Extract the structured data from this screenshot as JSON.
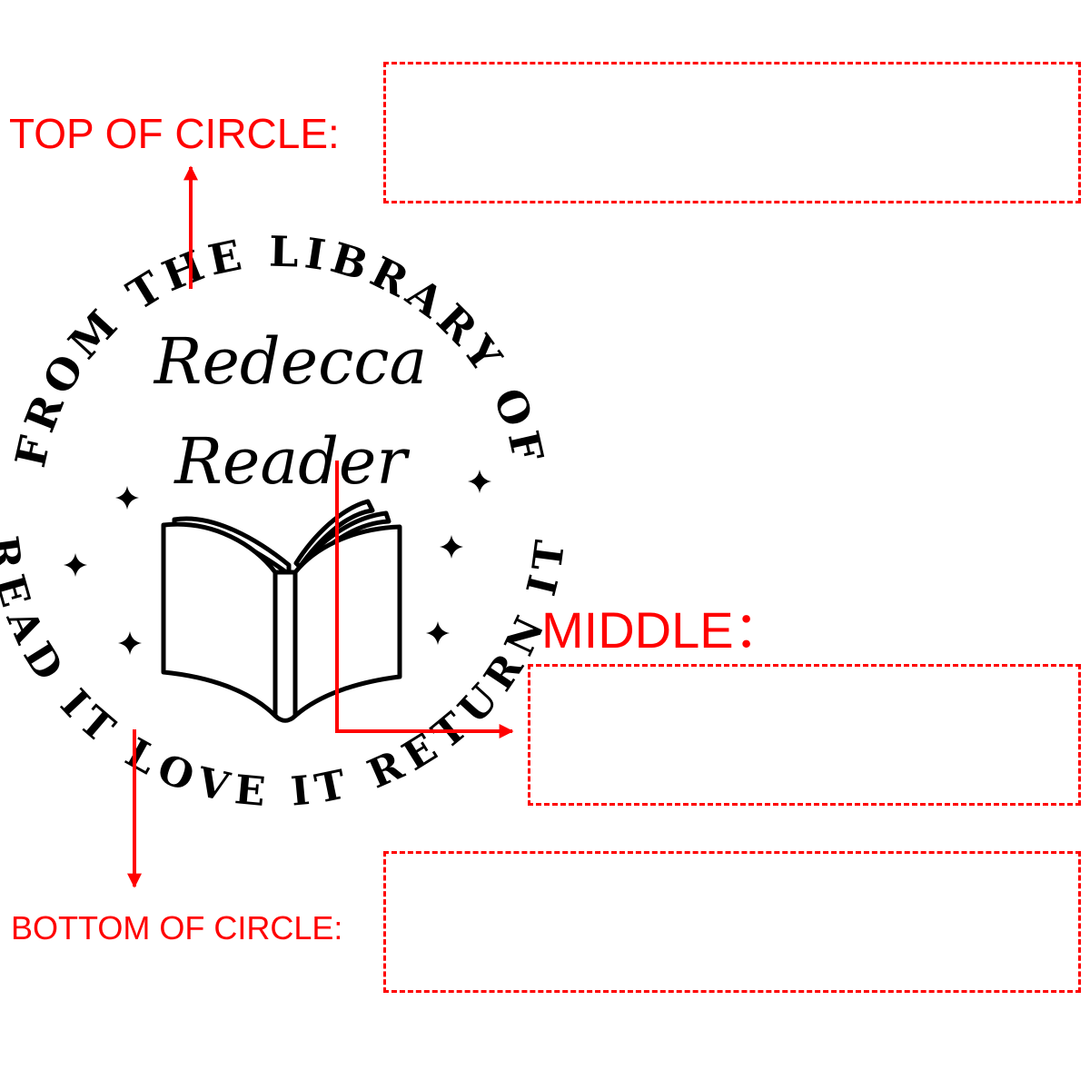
{
  "colors": {
    "annotation": "#ff0000",
    "stamp": "#000000",
    "background": "#ffffff"
  },
  "labels": {
    "top": "TOP OF CIRCLE:",
    "middle": "MIDDLE：",
    "bottom": "BOTTOM OF CIRCLE:"
  },
  "fields": {
    "top": "",
    "middle": "",
    "bottom": ""
  },
  "stamp": {
    "top_arc_text": "FROM THE LIBRARY OF",
    "bottom_arc_text": "READ IT LOVE IT RETURN IT",
    "name_line_1": "Redecca",
    "name_line_2": "Reader",
    "book_icon": "open-book-icon",
    "sparkle_icon": "four-point-star-icon"
  }
}
